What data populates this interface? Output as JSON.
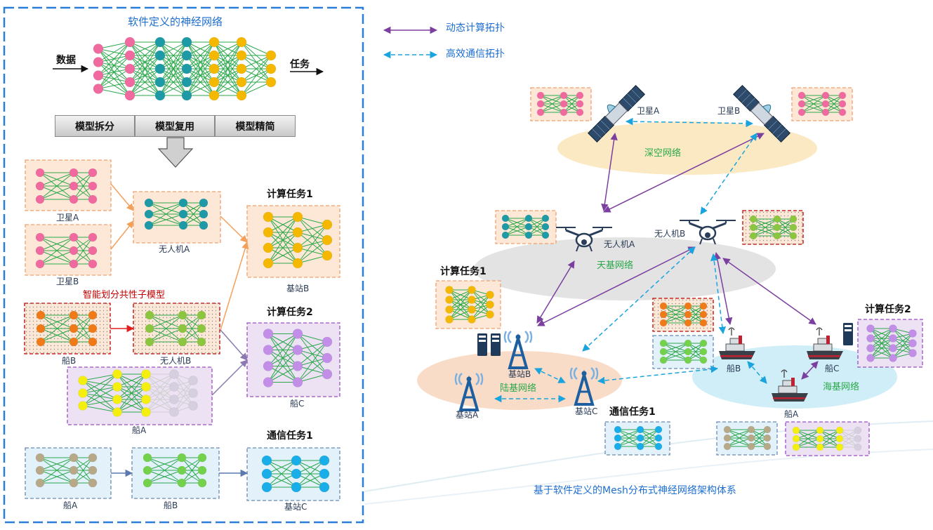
{
  "legend": {
    "compute_topology": "动态计算拓扑",
    "comm_topology": "高效通信拓扑",
    "compute_color": "#7b3fa0",
    "comm_color": "#1aa3dd"
  },
  "left_panel": {
    "title": "软件定义的神经网络",
    "input_label": "数据",
    "output_label": "任务",
    "buttons": [
      "模型拆分",
      "模型复用",
      "模型精简"
    ],
    "subnet_highlight": "智能划分共性子模型",
    "labels": {
      "sat_a": "卫星A",
      "sat_b": "卫星B",
      "uav_a": "无人机A",
      "ship_b": "船B",
      "uav_b": "无人机B",
      "ship_a": "船A",
      "station_b": "基站B",
      "ship_c": "船C",
      "ship_a_2": "船A",
      "ship_b_2": "船B",
      "station_c": "基站C"
    },
    "tasks": {
      "compute1": "计算任务1",
      "compute2": "计算任务2",
      "comm1": "通信任务1"
    }
  },
  "right_panel": {
    "networks": {
      "space": "深空网络",
      "air": "天基网络",
      "land": "陆基网络",
      "sea": "海基网络"
    },
    "nodes": {
      "sat_a": "卫星A",
      "sat_b": "卫星B",
      "uav_a": "无人机A",
      "uav_b": "无人机B",
      "station_a": "基站A",
      "station_b": "基站B",
      "station_c": "基站C",
      "ship_a": "船A",
      "ship_b": "船B",
      "ship_c": "船C"
    },
    "tasks": {
      "compute1": "计算任务1",
      "compute2": "计算任务2",
      "comm1": "通信任务1"
    },
    "caption": "基于软件定义的Mesh分布式神经网络架构体系"
  },
  "colors": {
    "pink": "#f06aa0",
    "teal": "#1e9aa6",
    "orange": "#f5b800",
    "dark_orange": "#f07a18",
    "light_green": "#8cc63f",
    "purple": "#c28ee8",
    "yellow": "#f5ef10",
    "khaki": "#b7a988",
    "green": "#73d14b",
    "cyan": "#1aaee8",
    "edge": "#2aa84a"
  }
}
